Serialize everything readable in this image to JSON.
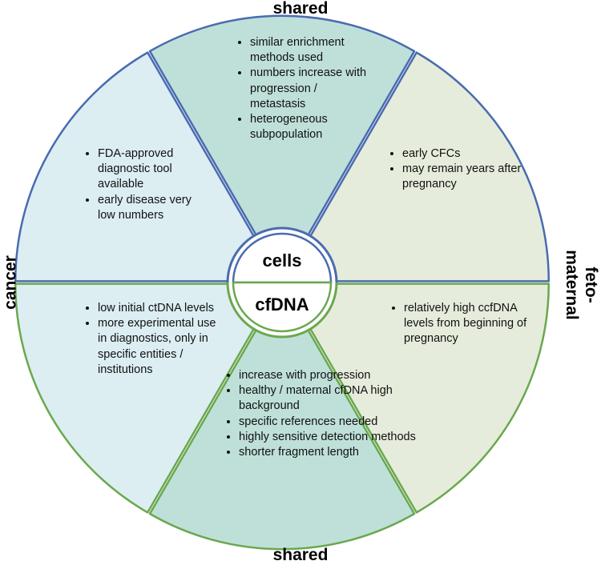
{
  "labels": {
    "top": "shared",
    "bottom": "shared",
    "left": "cancer",
    "right_line1": "feto-",
    "right_line2": "maternal"
  },
  "center": {
    "top": "cells",
    "bottom": "cfDNA"
  },
  "segments": {
    "top": [
      "similar enrichment methods used",
      "numbers increase with progression / metastasis",
      "heterogeneous subpopulation"
    ],
    "upper_left": [
      "FDA-approved diagnostic tool available",
      "early disease very low numbers"
    ],
    "upper_right": [
      "early CFCs",
      "may remain years after pregnancy"
    ],
    "lower_left": [
      "low initial ctDNA levels",
      "more experimental use in diagnostics, only in specific entities / institutions"
    ],
    "lower_right": [
      "relatively high ccfDNA levels from beginning of pregnancy"
    ],
    "bottom": [
      "increase with progression",
      "healthy / maternal cfDNA high background",
      "specific references needed",
      "highly sensitive detection methods",
      "shorter fragment length"
    ]
  },
  "colors": {
    "cells_border": "#4a6bb0",
    "cfdna_border": "#6aa84f",
    "teal_fill": "#bfe0d9",
    "light_blue_fill": "#dceef2",
    "light_green_fill": "#e6ecdb"
  }
}
